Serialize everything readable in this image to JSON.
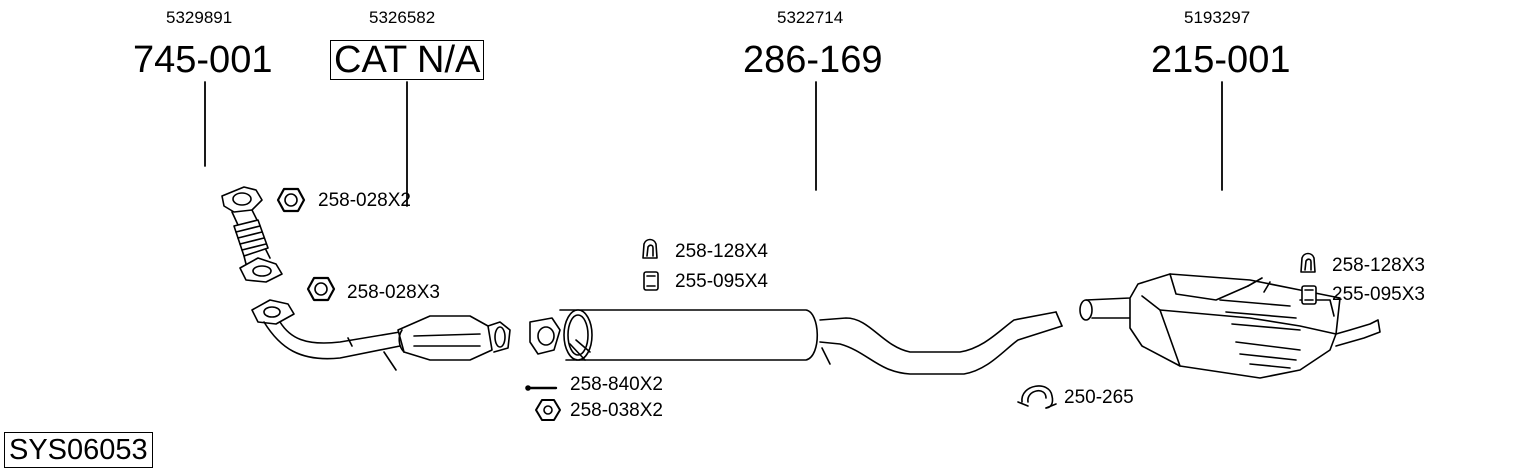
{
  "oem_numbers": [
    "5329891",
    "5326582",
    "5322714",
    "5193297"
  ],
  "part_numbers": [
    "745-001",
    "CAT N/A",
    "286-169",
    "215-001"
  ],
  "accessories": [
    {
      "label": "258-028X2",
      "icon": "hex-nut-icon"
    },
    {
      "label": "258-028X3",
      "icon": "hex-nut-icon"
    },
    {
      "label": "258-128X4",
      "icon": "rubber-hanger-icon"
    },
    {
      "label": "255-095X4",
      "icon": "rubber-mount-icon"
    },
    {
      "label": "258-840X2",
      "icon": "bolt-icon"
    },
    {
      "label": "258-038X2",
      "icon": "flange-nut-icon"
    },
    {
      "label": "250-265",
      "icon": "pipe-clamp-icon"
    },
    {
      "label": "258-128X3",
      "icon": "rubber-hanger-icon"
    },
    {
      "label": "255-095X3",
      "icon": "rubber-mount-icon"
    }
  ],
  "system_code": "SYS06053"
}
